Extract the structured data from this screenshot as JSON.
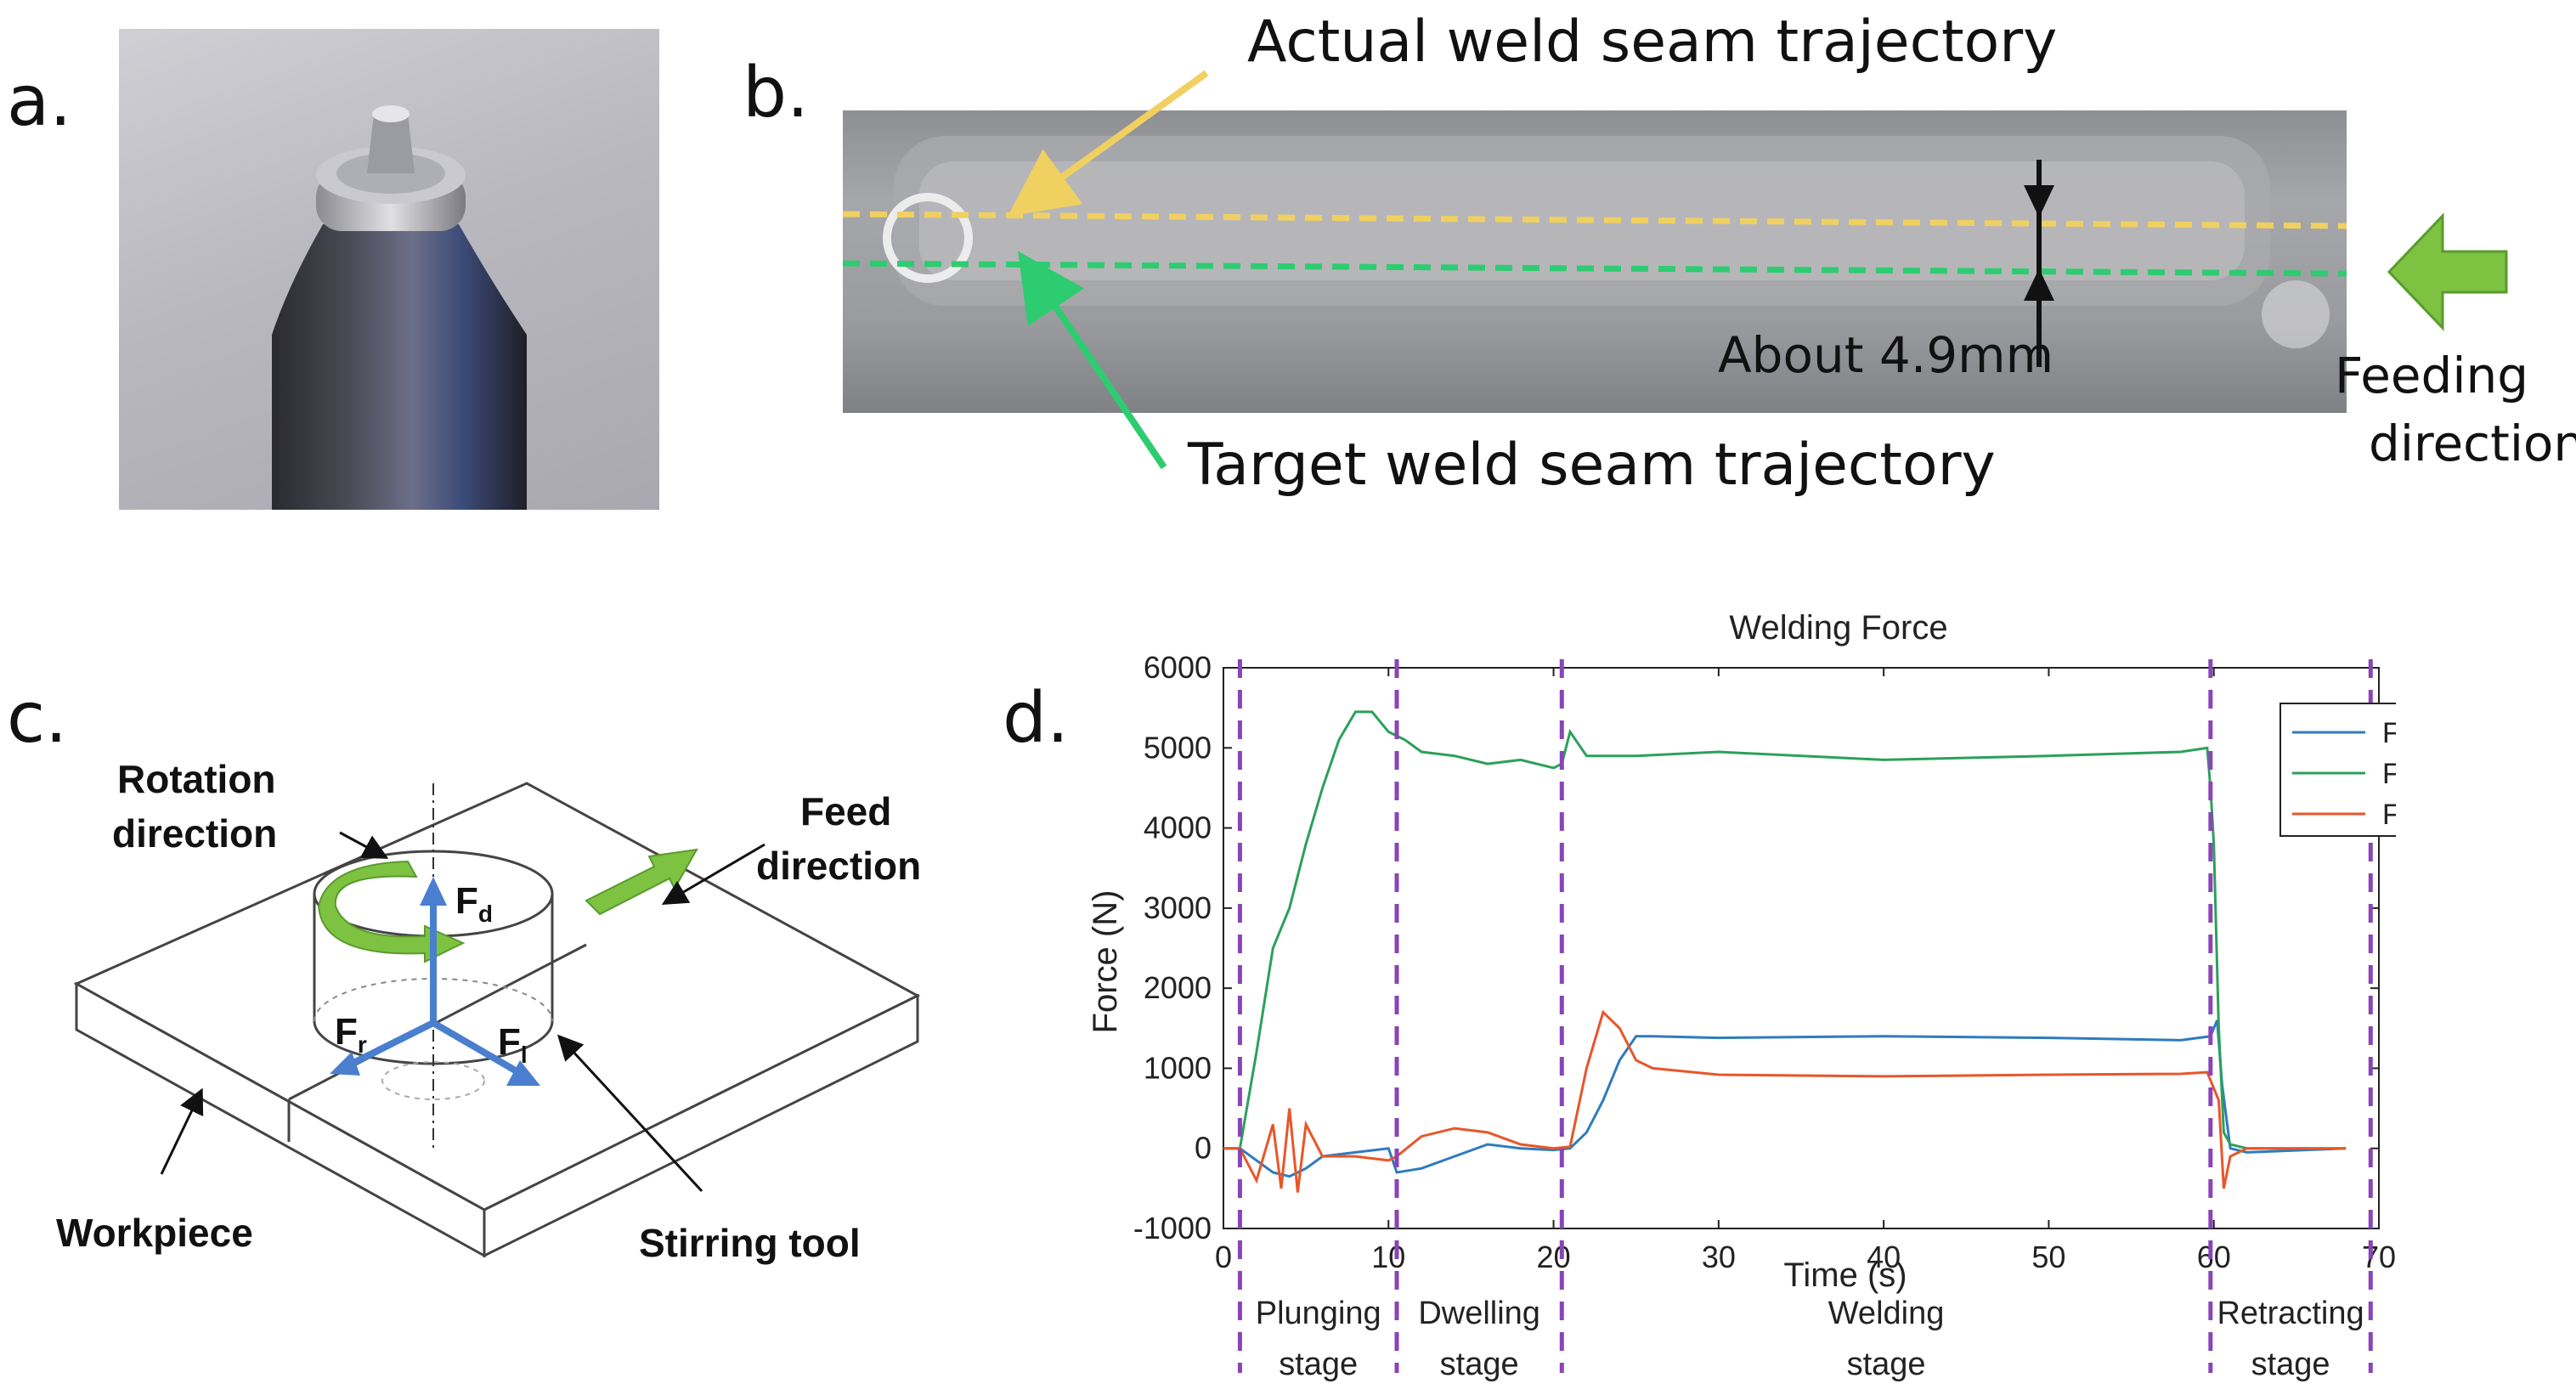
{
  "panels": {
    "a": {
      "label": "a."
    },
    "b": {
      "label": "b.",
      "actual_label": "Actual weld seam trajectory",
      "target_label": "Target weld seam trajectory",
      "offset_label": "About 4.9mm",
      "feeding_line1": "Feeding",
      "feeding_line2": "direction",
      "colors": {
        "actual": "#f0d060",
        "target": "#2ecc71",
        "feed_arrow": "#7dc241"
      }
    },
    "c": {
      "label": "c.",
      "rotation_line1": "Rotation",
      "rotation_line2": "direction",
      "feed_line1": "Feed",
      "feed_line2": "direction",
      "workpiece": "Workpiece",
      "stirring_tool": "Stirring tool",
      "fd": "F",
      "fd_sub": "d",
      "fr": "F",
      "fr_sub": "r",
      "fl": "F",
      "fl_sub": "l",
      "colors": {
        "force_arrow": "#4a7fcf",
        "rotation_arrow": "#7dc241"
      }
    },
    "d": {
      "label": "d."
    }
  },
  "chart_data": {
    "type": "line",
    "title": "Welding Force",
    "xlabel": "Time (s)",
    "ylabel": "Force (N)",
    "xlim": [
      0,
      70
    ],
    "ylim": [
      -1000,
      6000
    ],
    "xticks": [
      "0",
      "10",
      "20",
      "30",
      "40",
      "50",
      "60",
      "70"
    ],
    "yticks": [
      "-1000",
      "0",
      "1000",
      "2000",
      "3000",
      "4000",
      "5000",
      "6000"
    ],
    "legend_position": "top-right",
    "stage_boundaries": [
      1,
      10.5,
      20.5,
      59.8,
      69.5
    ],
    "stages": [
      {
        "line1": "Plunging",
        "line2": "stage"
      },
      {
        "line1": "Dwelling",
        "line2": "stage"
      },
      {
        "line1": "Welding",
        "line2": "stage"
      },
      {
        "line1": "Retracting",
        "line2": "stage"
      }
    ],
    "series": [
      {
        "name": "Fl",
        "color": "#2f7bbf",
        "points": [
          [
            0,
            0
          ],
          [
            1,
            0
          ],
          [
            2,
            -150
          ],
          [
            3,
            -300
          ],
          [
            4,
            -350
          ],
          [
            5,
            -250
          ],
          [
            6,
            -100
          ],
          [
            8,
            -50
          ],
          [
            10,
            0
          ],
          [
            10.5,
            -300
          ],
          [
            12,
            -250
          ],
          [
            14,
            -100
          ],
          [
            16,
            50
          ],
          [
            18,
            0
          ],
          [
            20,
            -20
          ],
          [
            21,
            0
          ],
          [
            22,
            200
          ],
          [
            23,
            600
          ],
          [
            24,
            1100
          ],
          [
            25,
            1400
          ],
          [
            26,
            1400
          ],
          [
            30,
            1380
          ],
          [
            40,
            1400
          ],
          [
            50,
            1380
          ],
          [
            58,
            1350
          ],
          [
            59.8,
            1400
          ],
          [
            60.2,
            1600
          ],
          [
            60.5,
            800
          ],
          [
            61,
            0
          ],
          [
            62,
            -50
          ],
          [
            68,
            0
          ]
        ]
      },
      {
        "name": "Fd",
        "color": "#2ca05a",
        "points": [
          [
            0,
            0
          ],
          [
            1,
            0
          ],
          [
            2,
            1200
          ],
          [
            3,
            2500
          ],
          [
            4,
            3000
          ],
          [
            5,
            3800
          ],
          [
            6,
            4500
          ],
          [
            7,
            5100
          ],
          [
            8,
            5450
          ],
          [
            9,
            5450
          ],
          [
            10,
            5200
          ],
          [
            11,
            5100
          ],
          [
            12,
            4950
          ],
          [
            14,
            4900
          ],
          [
            16,
            4800
          ],
          [
            18,
            4850
          ],
          [
            20,
            4750
          ],
          [
            20.5,
            4800
          ],
          [
            21,
            5200
          ],
          [
            22,
            4900
          ],
          [
            25,
            4900
          ],
          [
            30,
            4950
          ],
          [
            40,
            4850
          ],
          [
            50,
            4900
          ],
          [
            58,
            4950
          ],
          [
            59.6,
            5000
          ],
          [
            59.8,
            4500
          ],
          [
            60,
            3800
          ],
          [
            60.3,
            1500
          ],
          [
            60.6,
            200
          ],
          [
            61,
            50
          ],
          [
            62,
            0
          ],
          [
            68,
            0
          ]
        ]
      },
      {
        "name": "Fr",
        "color": "#e8562a",
        "points": [
          [
            0,
            0
          ],
          [
            1,
            0
          ],
          [
            2,
            -400
          ],
          [
            3,
            300
          ],
          [
            3.5,
            -500
          ],
          [
            4,
            500
          ],
          [
            4.5,
            -550
          ],
          [
            5,
            300
          ],
          [
            6,
            -100
          ],
          [
            8,
            -100
          ],
          [
            10,
            -150
          ],
          [
            10.5,
            -100
          ],
          [
            12,
            150
          ],
          [
            14,
            250
          ],
          [
            16,
            200
          ],
          [
            18,
            50
          ],
          [
            20,
            0
          ],
          [
            21,
            20
          ],
          [
            22,
            1000
          ],
          [
            23,
            1700
          ],
          [
            24,
            1500
          ],
          [
            25,
            1100
          ],
          [
            26,
            1000
          ],
          [
            30,
            920
          ],
          [
            40,
            900
          ],
          [
            50,
            920
          ],
          [
            58,
            930
          ],
          [
            59.6,
            950
          ],
          [
            60,
            750
          ],
          [
            60.3,
            600
          ],
          [
            60.6,
            -500
          ],
          [
            61,
            -100
          ],
          [
            62,
            0
          ],
          [
            68,
            0
          ]
        ]
      }
    ]
  }
}
